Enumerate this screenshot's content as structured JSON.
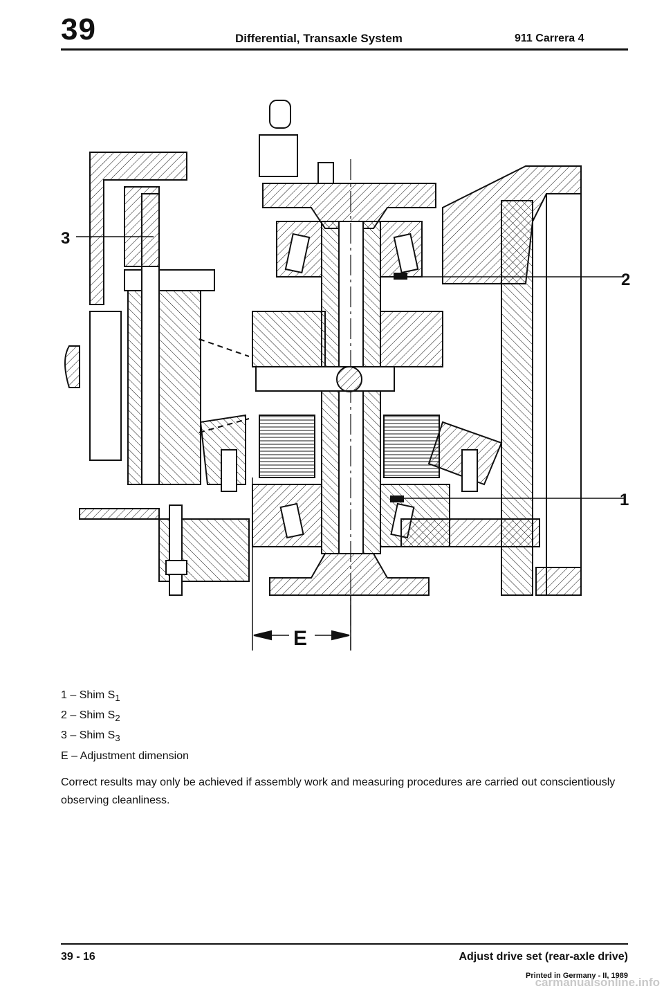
{
  "header": {
    "section_number": "39",
    "title": "Differential, Transaxle System",
    "model": "911 Carrera 4"
  },
  "figure": {
    "callout_1": "1",
    "callout_2": "2",
    "callout_3": "3",
    "dimension_label": "E"
  },
  "legend": [
    {
      "key": "1",
      "text": "Shim S",
      "sub": "1"
    },
    {
      "key": "2",
      "text": "Shim S",
      "sub": "2"
    },
    {
      "key": "3",
      "text": "Shim S",
      "sub": "3"
    },
    {
      "key": "E",
      "text": "Adjustment dimension",
      "sub": ""
    }
  ],
  "note": "Correct results may only be achieved if assembly work and measuring procedures are carried out conscientiously observing cleanliness.",
  "footer": {
    "page": "39 - 16",
    "title": "Adjust drive set (rear-axle drive)",
    "printed": "Printed in Germany - II, 1989"
  },
  "watermark": "carmanualsonline.info"
}
